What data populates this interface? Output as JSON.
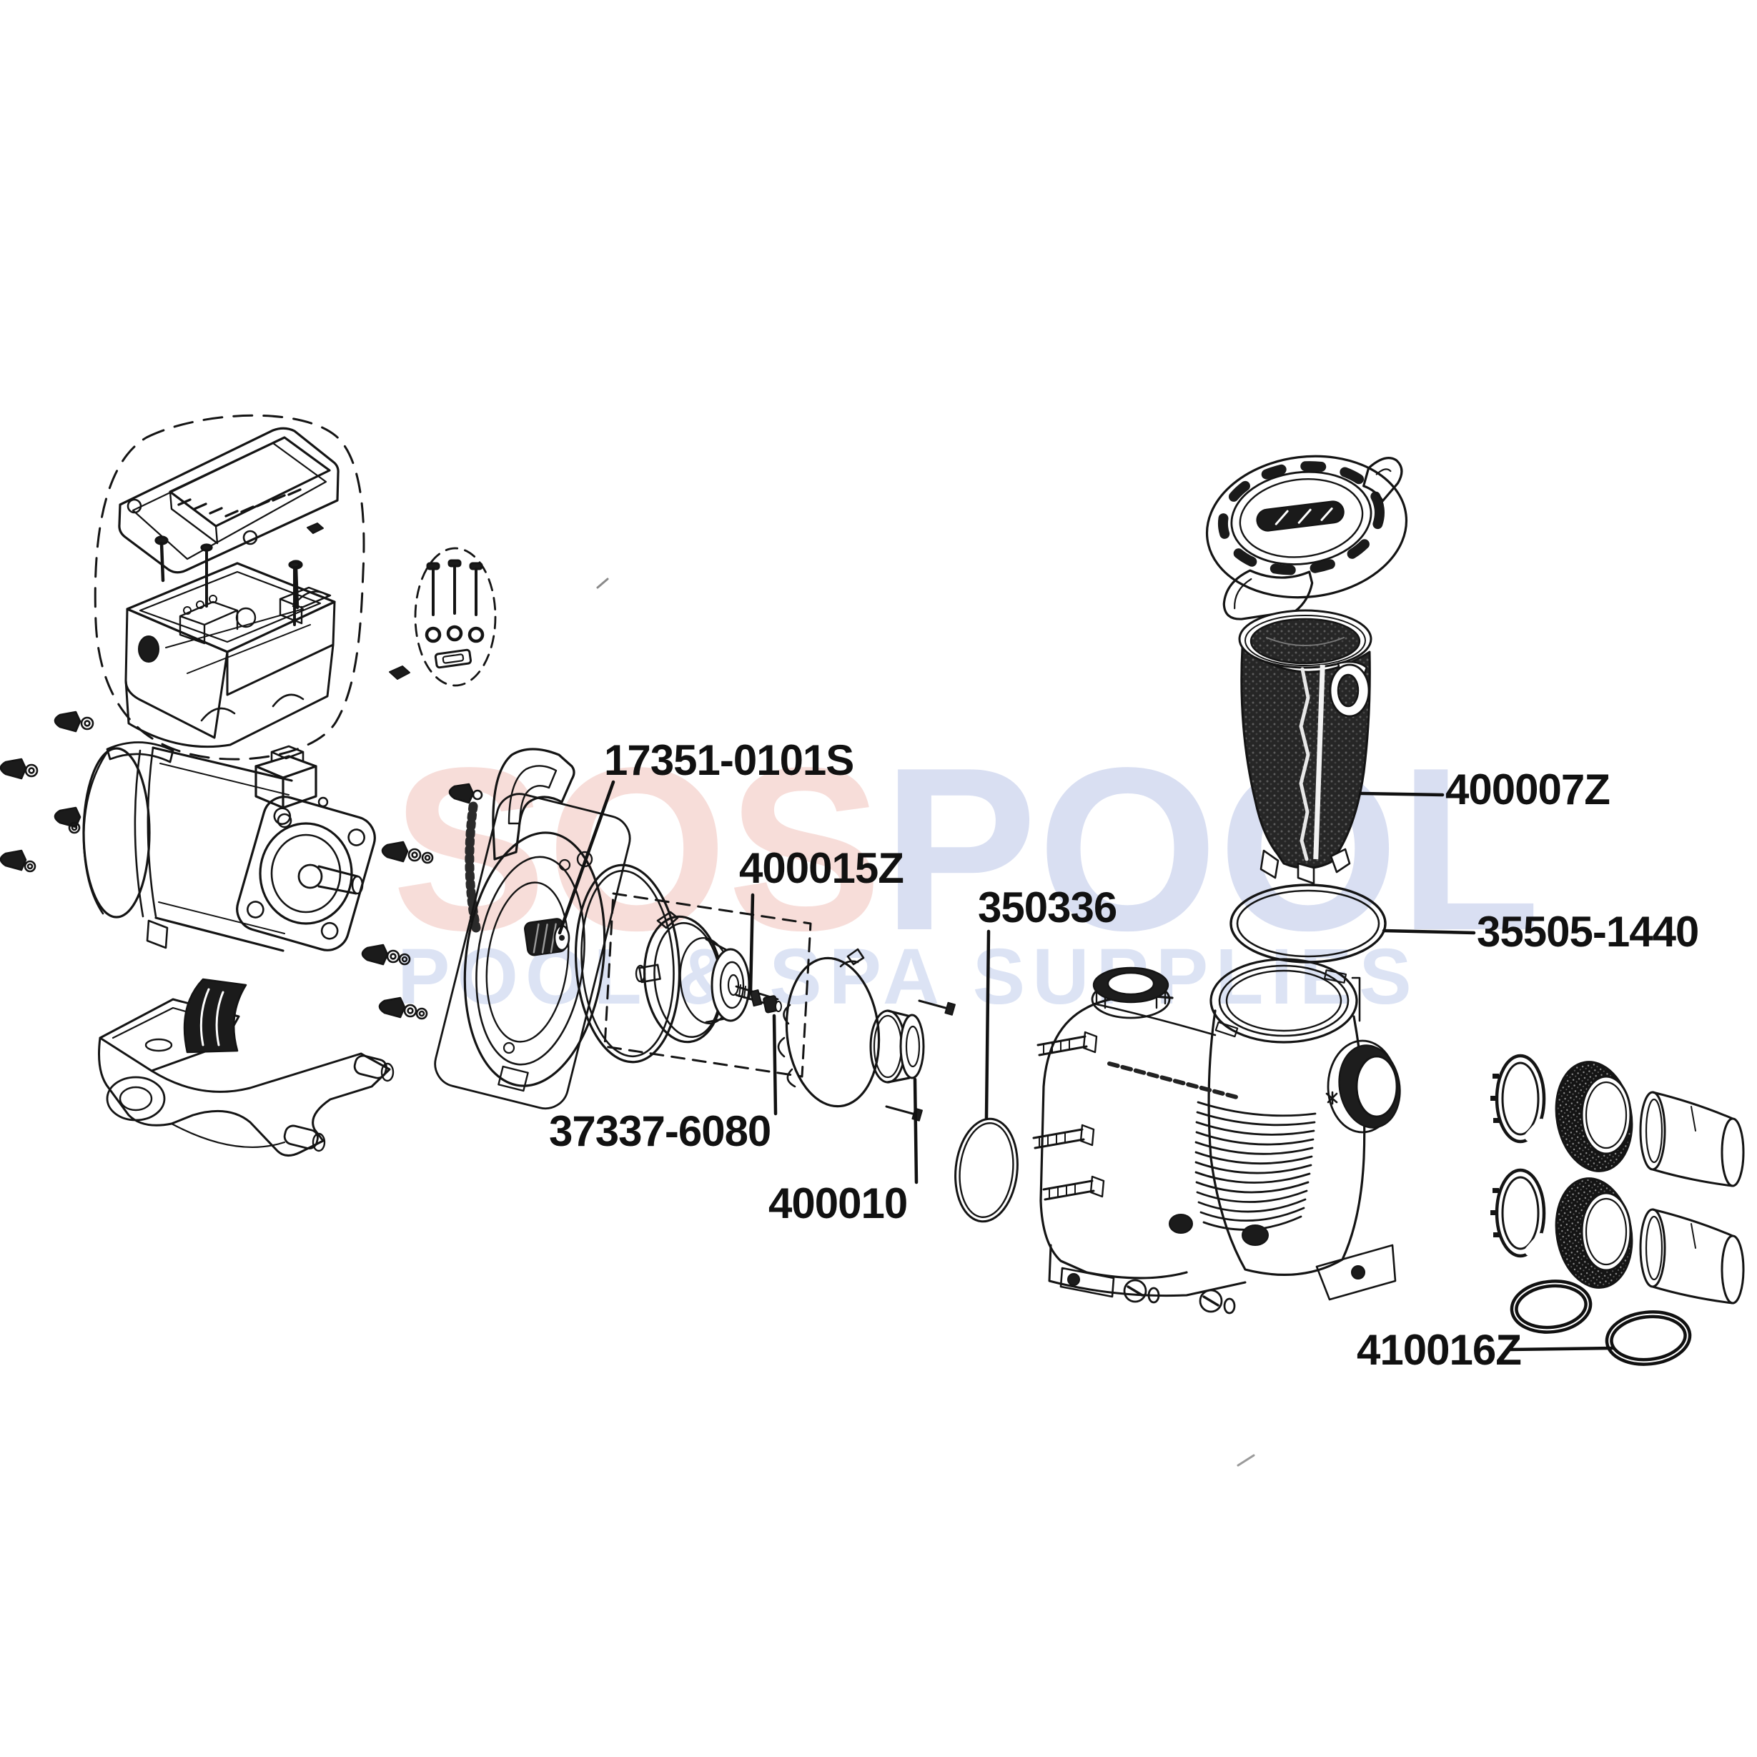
{
  "diagram_type": "exploded-parts-diagram",
  "watermark": {
    "word_segments": [
      {
        "text": "SOS",
        "color": "#f7ddd9"
      },
      {
        "text": "POOL",
        "color": "#d9dff2"
      }
    ],
    "subtitle": "POOL & SPA SUPPLIES",
    "subtitle_color": "#dce3f4"
  },
  "line_color": "#141414",
  "labels": [
    {
      "part": "shaft-seal-assembly",
      "text": "17351-0101S"
    },
    {
      "part": "impeller-screw",
      "text": "400015Z"
    },
    {
      "part": "diffuser-oring",
      "text": "350336"
    },
    {
      "part": "strainer-basket",
      "text": "400007Z"
    },
    {
      "part": "lid-oring",
      "text": "35505-1440"
    },
    {
      "part": "impeller-nut",
      "text": "37337-6080"
    },
    {
      "part": "diffuser",
      "text": "400010"
    },
    {
      "part": "union-oring-kit",
      "text": "410016Z"
    }
  ]
}
